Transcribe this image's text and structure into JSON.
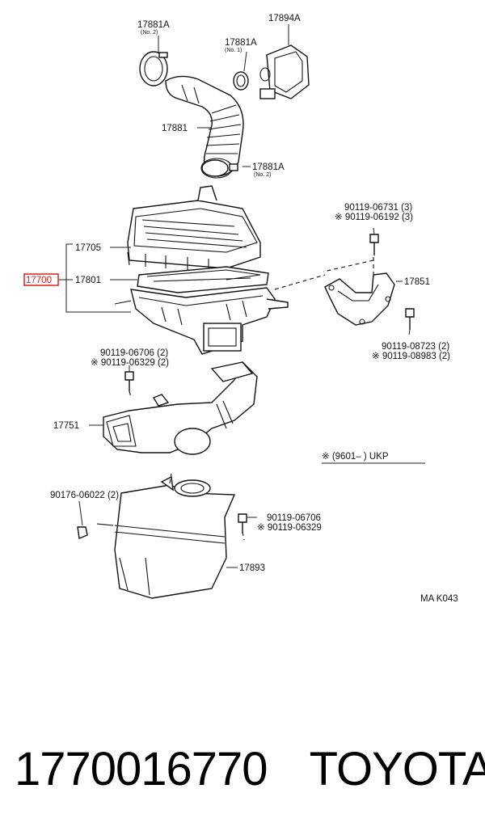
{
  "labels": {
    "c17881A_top": "17881A",
    "c17881A_top_sub": "(No. 2)",
    "c17894A": "17894A",
    "c17881A_mid": "17881A",
    "c17881A_mid_sub": "(No. 1)",
    "c17881": "17881",
    "c17881A_low": "17881A",
    "c17881A_low_sub": "(No. 2)",
    "b90119_06731": "90119-06731 (3)",
    "b90119_06192": "※ 90119-06192 (3)",
    "c17705": "17705",
    "c17700": "17700",
    "c17801": "17801",
    "c17851": "17851",
    "b90119_08723": "90119-08723 (2)",
    "b90119_08983": "※ 90119-08983 (2)",
    "b90119_06706_2": "90119-06706 (2)",
    "b90119_06329_2": "※ 90119-06329 (2)",
    "c17751": "17751",
    "note_ukp": "※ (9601–        ) UKP",
    "b90176_06022": "90176-06022 (2)",
    "b90119_06706": "90119-06706",
    "b90119_06329": "※ 90119-06329",
    "c17893": "17893",
    "ref": "MA K043"
  },
  "footer": {
    "part_number": "1770016770",
    "brand": "TOYOTA"
  },
  "colors": {
    "highlight": "#e0201c",
    "line": "#222222"
  }
}
